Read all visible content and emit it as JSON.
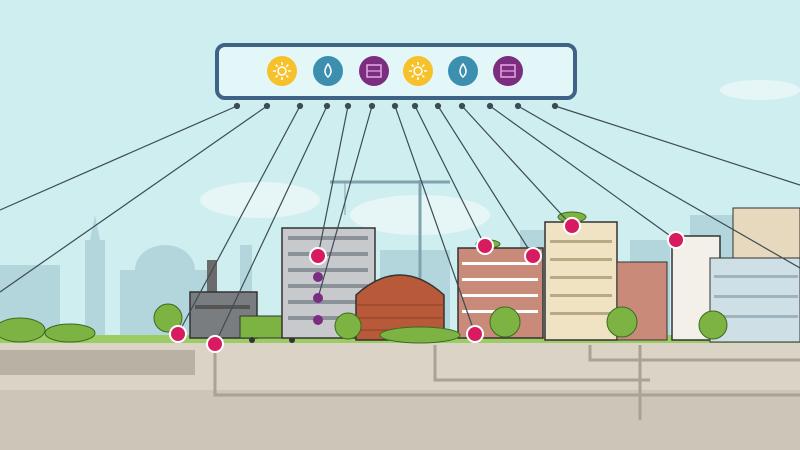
{
  "colors": {
    "sky": "#cfeef0",
    "skyline": "#a9cfd6",
    "ground": "#dcd6cb",
    "grass": "#8cc152",
    "panel_border": "#3f6287",
    "sensor": "#d81b60",
    "solar": "#f6c12a",
    "water": "#3c8fae",
    "waste": "#7b2d7f"
  },
  "panel": {
    "icons": [
      {
        "name": "sun-icon",
        "kind": "solar"
      },
      {
        "name": "water-drop-icon",
        "kind": "water"
      },
      {
        "name": "bricks-icon",
        "kind": "waste"
      },
      {
        "name": "sun-icon",
        "kind": "solar"
      },
      {
        "name": "water-drop-icon",
        "kind": "water"
      },
      {
        "name": "bricks-icon",
        "kind": "waste"
      }
    ]
  }
}
